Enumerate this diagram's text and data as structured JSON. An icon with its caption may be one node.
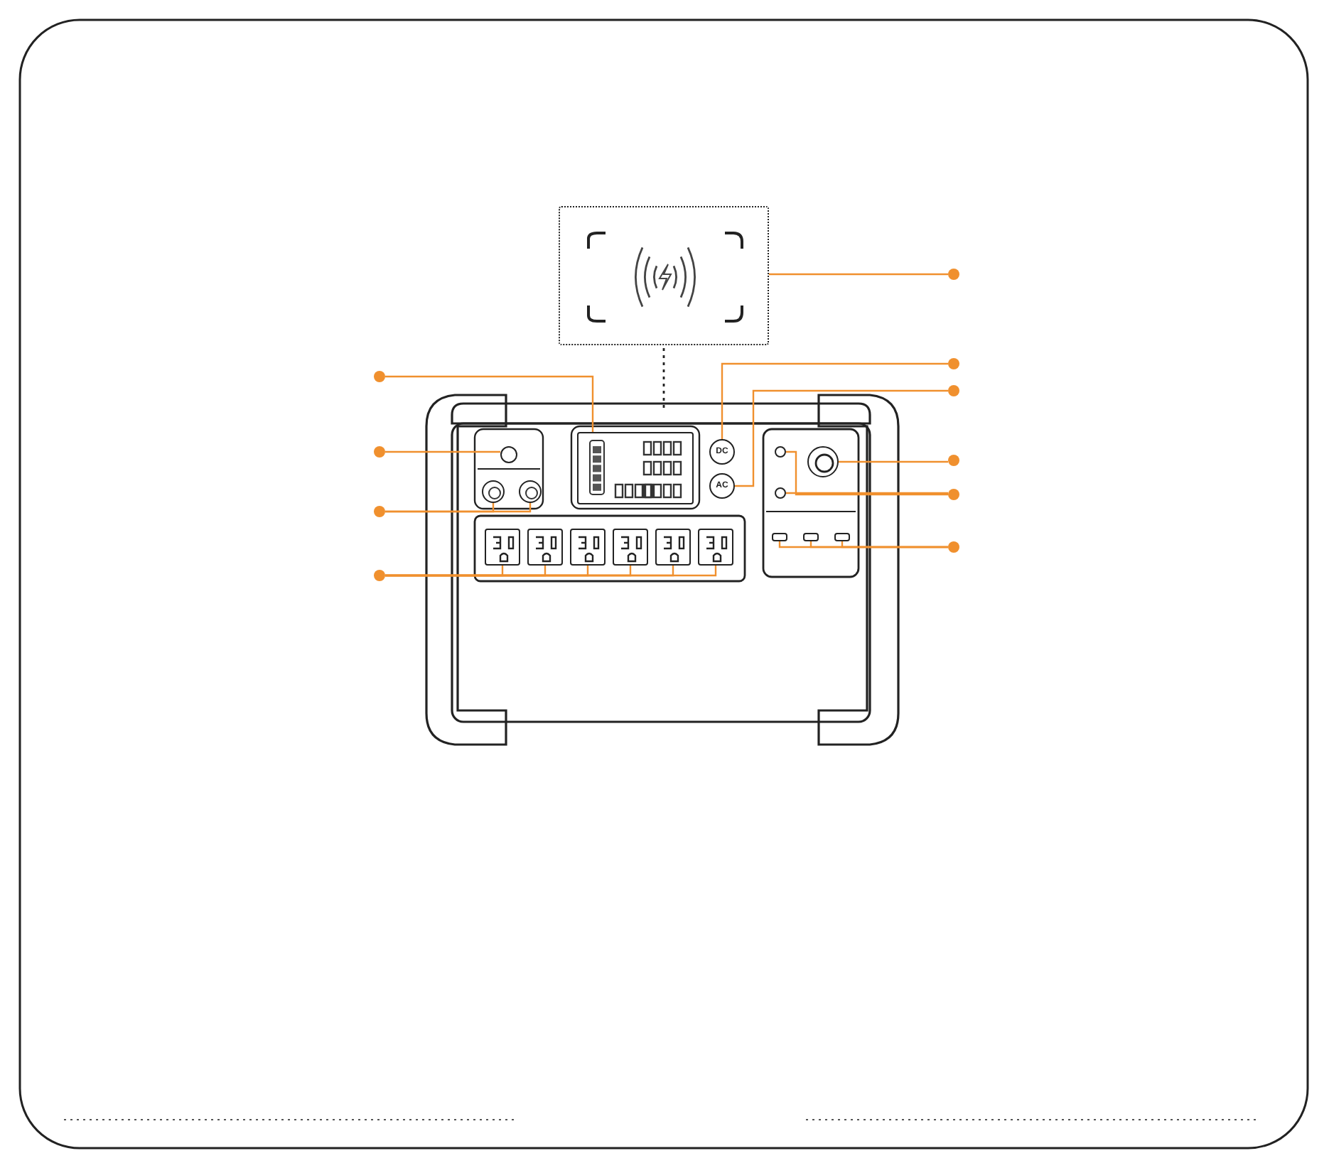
{
  "diagram": {
    "nodes": [
      {
        "text": [],
        "shape": "circle"
      },
      {
        "text": [],
        "shape": "circle"
      },
      {
        "text": [],
        "shape": "circle"
      },
      {
        "text": [],
        "shape": "circle"
      },
      {
        "text": [],
        "shape": "circle"
      },
      {
        "text": [],
        "shape": "circle"
      },
      {
        "text": [],
        "shape": "circle"
      },
      {
        "text": [],
        "shape": "circle"
      },
      {
        "text": [],
        "shape": "circle"
      },
      {
        "text": [],
        "shape": "circle"
      },
      {
        "text": [],
        "shape": "box"
      },
      {
        "text": [],
        "shape": "circle"
      },
      {
        "text": [],
        "shape": "circle"
      },
      {
        "text": [],
        "shape": "circle"
      },
      {
        "text": [],
        "shape": "box"
      },
      {
        "text": [],
        "shape": "box"
      },
      {
        "text": [],
        "shape": "box"
      },
      {
        "text": [],
        "shape": "box"
      },
      {
        "text": [],
        "shape": "box"
      },
      {
        "text": [],
        "shape": "box"
      },
      {
        "text": [],
        "shape": "box"
      },
      {
        "text": [
          "DC"
        ]
      },
      {
        "text": [
          "AC"
        ]
      },
      {
        "text": [],
        "shape": "circle"
      },
      {
        "text": [],
        "shape": "circle"
      },
      {
        "text": [],
        "shape": "circle"
      },
      {
        "text": [],
        "shape": "box"
      },
      {
        "text": [],
        "shape": "box"
      },
      {
        "text": [],
        "shape": "box"
      }
    ],
    "edges": [
      {
        "from": 0,
        "to": 10,
        "arrow": "none"
      },
      {
        "from": 1,
        "to": 11,
        "arrow": "none"
      },
      {
        "from": 2,
        "to": 12,
        "arrow": "none"
      },
      {
        "from": 2,
        "to": 13,
        "arrow": "none"
      },
      {
        "from": 3,
        "to": 14,
        "arrow": "none"
      },
      {
        "from": 3,
        "to": 15,
        "arrow": "none"
      },
      {
        "from": 3,
        "to": 16,
        "arrow": "none"
      },
      {
        "from": 3,
        "to": 17,
        "arrow": "none"
      },
      {
        "from": 3,
        "to": 18,
        "arrow": "none"
      },
      {
        "from": 3,
        "to": 19,
        "arrow": "none"
      },
      {
        "from": 4,
        "to": 20,
        "arrow": "none"
      },
      {
        "from": 5,
        "to": 21,
        "arrow": "none"
      },
      {
        "from": 6,
        "to": 22,
        "arrow": "none"
      },
      {
        "from": 7,
        "to": 23,
        "arrow": "none"
      },
      {
        "from": 8,
        "to": 24,
        "arrow": "none"
      },
      {
        "from": 8,
        "to": 25,
        "arrow": "none"
      },
      {
        "from": 9,
        "to": 26,
        "arrow": "none"
      },
      {
        "from": 9,
        "to": 27,
        "arrow": "none"
      },
      {
        "from": 9,
        "to": 28,
        "arrow": "none"
      }
    ]
  }
}
